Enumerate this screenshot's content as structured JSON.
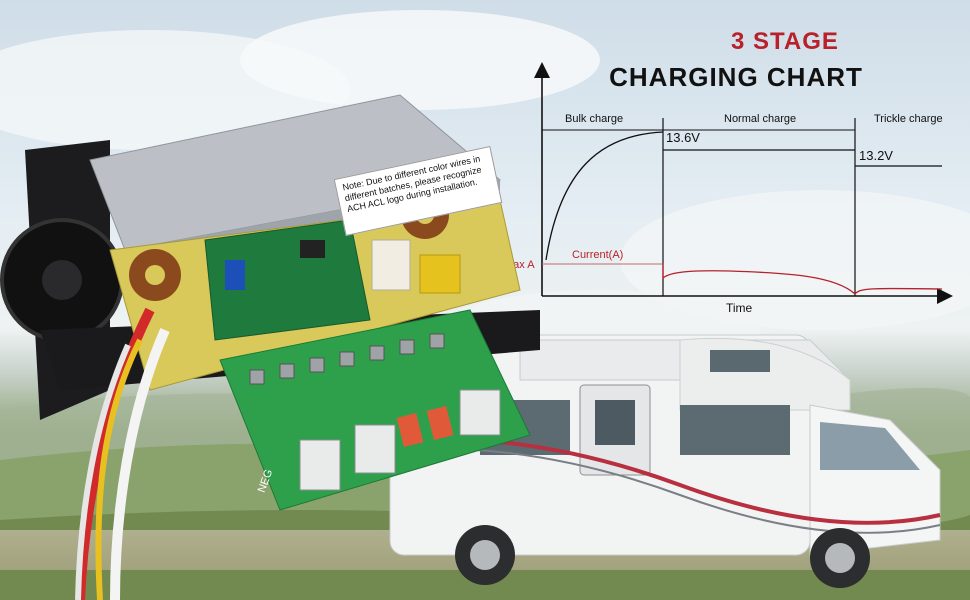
{
  "header": {
    "title_line1": "3 STAGE",
    "title_line2": "CHARGING CHART"
  },
  "chart_data": {
    "type": "line",
    "title": "3 STAGE CHARGING CHART",
    "xlabel": "Time",
    "stages": [
      "Bulk charge",
      "Normal charge",
      "Trickle charge"
    ],
    "voltage_levels": [
      "13.6V",
      "13.2V"
    ],
    "current_label": "Current(A)",
    "max_label": "Max A"
  },
  "device": {
    "note_text": "Note: Due to different color wires in different batches, please recognize ACH ACL logo during installation.",
    "board_label": "NEG"
  },
  "colors": {
    "title_red": "#b8202a",
    "current_line": "#b8202a",
    "axis": "#111111"
  }
}
